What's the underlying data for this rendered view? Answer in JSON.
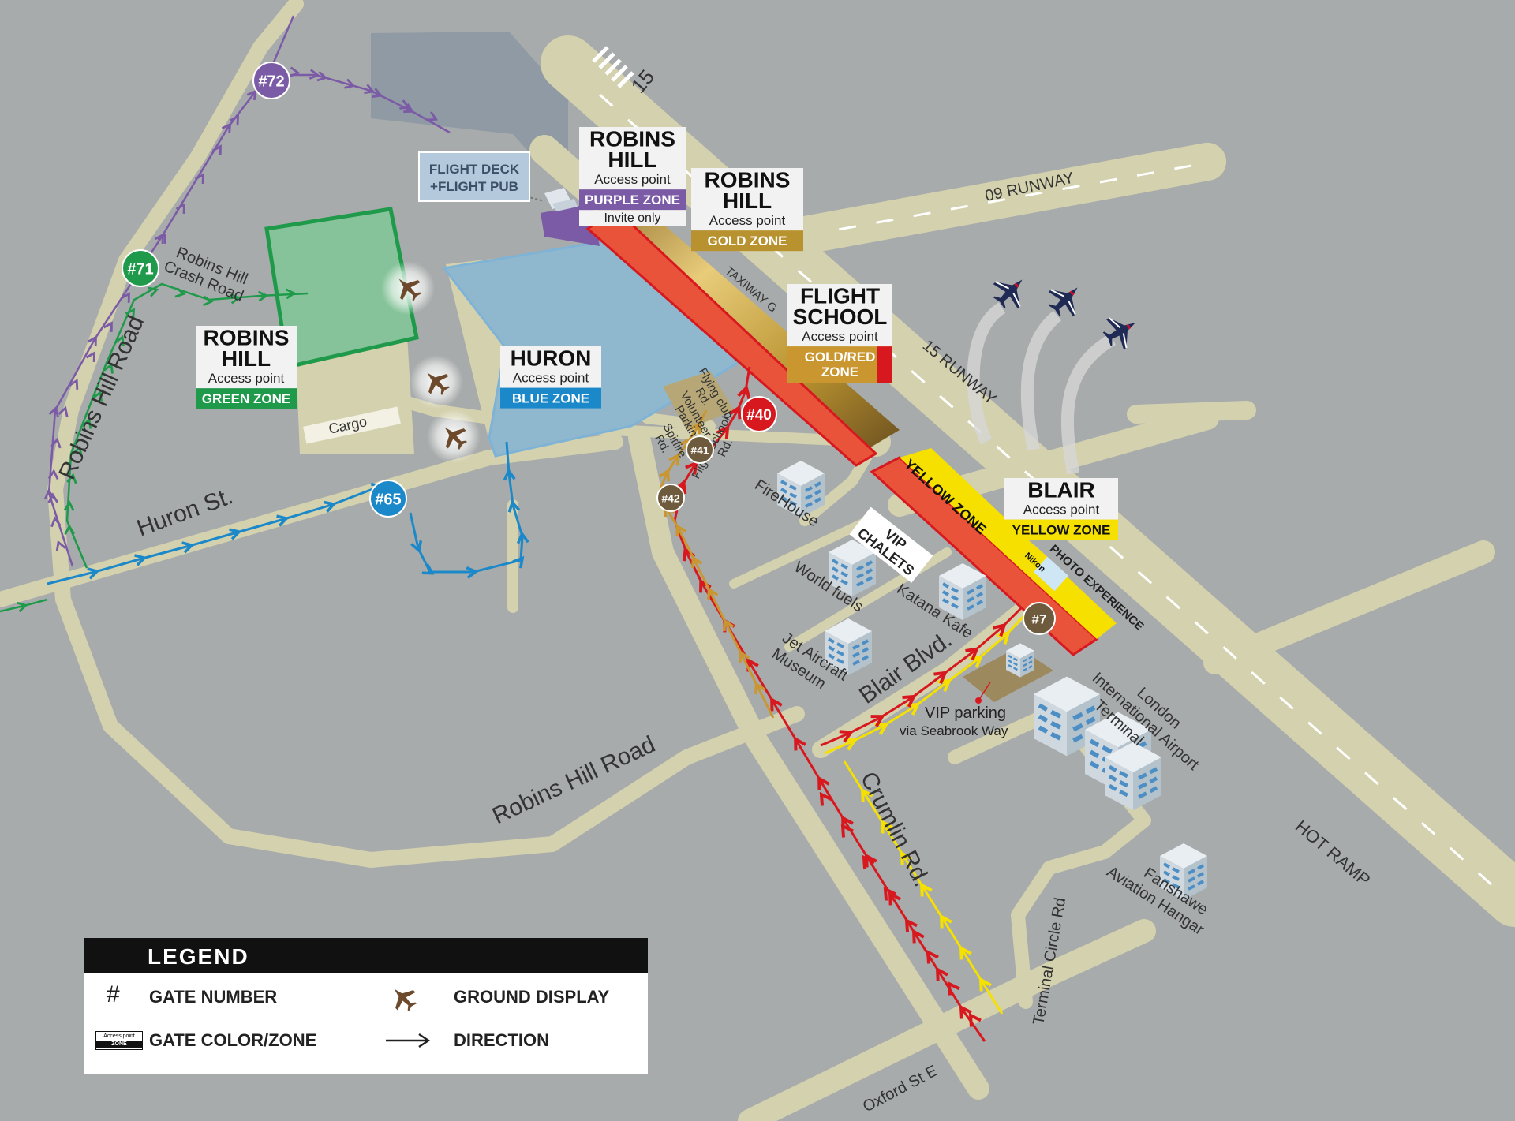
{
  "roads": {
    "robins_hill_road_vertical": "Robins Hill Road",
    "robins_hill_road_lower": "Robins Hill Road",
    "robins_hill_crash_road": "Robins Hill\nCrash Road",
    "huron_st": "Huron St.",
    "crumlin_rd": "Crumlin Rd.",
    "blair_blvd": "Blair Blvd.",
    "oxford_st": "Oxford St E",
    "terminal_circle": "Terminal Circle Rd",
    "flying_club_rd": "Flying club Rd.",
    "spitfire_rd": "Spitfire Rd.",
    "flight_school_rd": "Flight School Rd.",
    "volunteer_parking": "Volunteer Parking",
    "taxiway_g": "TAXIWAY G",
    "runway_09": "09 RUNWAY",
    "runway_15": "15 RUNWAY",
    "runway_15_num": "15",
    "hot_ramp": "HOT RAMP"
  },
  "places": {
    "cargo": "Cargo",
    "firehouse": "FireHouse",
    "world_fuels": "World fuels",
    "katana_kafe": "Katana Kafe",
    "jet_aircraft_museum": "Jet Aircraft Museum",
    "terminal": "London International Airport Terminal",
    "fanshawe": "Fanshawe Aviation Hangar",
    "vip_parking": "VIP parking",
    "vip_parking_via": "via Seabrook Way",
    "vip_chalets": "VIP CHALETS",
    "photo_experience": "PHOTO EXPERIENCE",
    "nikon": "Nikon",
    "flight_deck": "FLIGHT DECK\n+FLIGHT PUB",
    "yellow_zone_strip": "YELLOW ZONE"
  },
  "gates": [
    {
      "id": "g72",
      "label": "#72",
      "color": "#7b5aa6"
    },
    {
      "id": "g71",
      "label": "#71",
      "color": "#1f9a4b"
    },
    {
      "id": "g65",
      "label": "#65",
      "color": "#1b88c9"
    },
    {
      "id": "g40",
      "label": "#40",
      "color": "#d7191f"
    },
    {
      "id": "g41",
      "label": "#41",
      "color": "#6e5a3c"
    },
    {
      "id": "g42",
      "label": "#42",
      "color": "#6e5a3c"
    },
    {
      "id": "g7",
      "label": "#7",
      "color": "#6e5a3c"
    }
  ],
  "access_points": [
    {
      "id": "robins-purple",
      "name": "ROBINS\nHILL",
      "sub": "Access point",
      "zone": "PURPLE ZONE",
      "note": "Invite only",
      "zone_color": "#7b5aa6",
      "zone_text_color": "#ffffff"
    },
    {
      "id": "robins-gold",
      "name": "ROBINS\nHILL",
      "sub": "Access point",
      "zone": "GOLD ZONE",
      "zone_color": "#b8922f",
      "zone_text_color": "#ffffff"
    },
    {
      "id": "flight-school",
      "name": "FLIGHT\nSCHOOL",
      "sub": "Access point",
      "zone": "GOLD/RED\nZONE",
      "zone_color": "#c9962f",
      "zone_text_color": "#ffffff"
    },
    {
      "id": "robins-green",
      "name": "ROBINS\nHILL",
      "sub": "Access point",
      "zone": "GREEN ZONE",
      "zone_color": "#1f9a4b",
      "zone_text_color": "#ffffff"
    },
    {
      "id": "huron-blue",
      "name": "HURON",
      "sub": "Access point",
      "zone": "BLUE ZONE",
      "zone_color": "#1b88c9",
      "zone_text_color": "#ffffff"
    },
    {
      "id": "blair-yellow",
      "name": "BLAIR",
      "sub": "Access point",
      "zone": "YELLOW ZONE",
      "zone_color": "#f5e000",
      "zone_text_color": "#111111"
    }
  ],
  "legend": {
    "title": "LEGEND",
    "gate_number_symbol": "#",
    "gate_number": "GATE NUMBER",
    "gate_zone": "GATE COLOR/ZONE",
    "gate_zone_icon_top": "Access point",
    "gate_zone_icon_bottom": "ZONE",
    "ground_display": "GROUND DISPLAY",
    "direction": "DIRECTION"
  },
  "colors": {
    "background": "#a8abab",
    "road": "#d4d1ae",
    "purple_route": "#7b5aa6",
    "green_route": "#1f9a4b",
    "blue_route": "#1b88c9",
    "red_route": "#d7191f",
    "gold_route": "#c9962f",
    "yellow_route": "#f5e000",
    "blue_zone_fill": "#8fb8cf",
    "green_zone_fill": "#86c39a"
  }
}
